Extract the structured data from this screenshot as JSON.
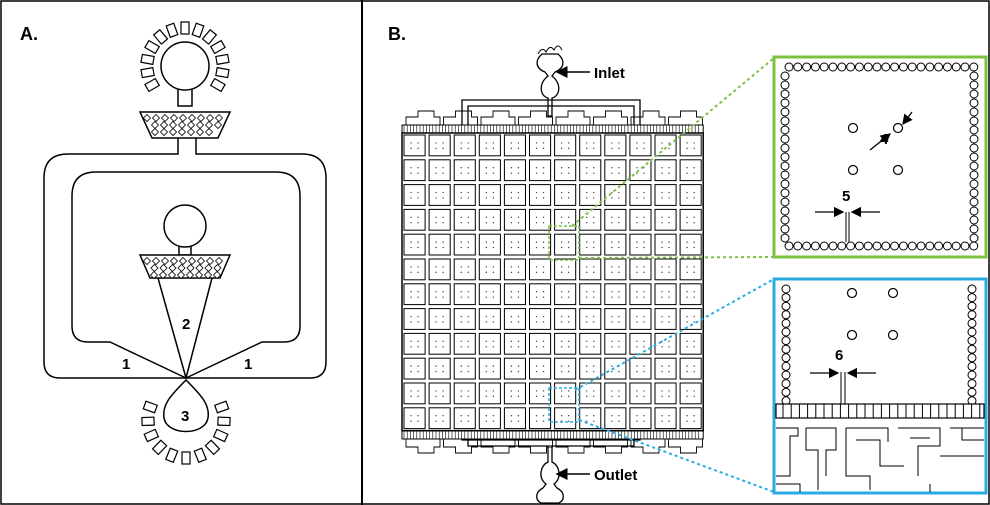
{
  "panels": {
    "a": {
      "label": "A.",
      "markers": {
        "m1_left": "1",
        "m1_right": "1",
        "m2": "2",
        "m3": "3"
      }
    },
    "b": {
      "label": "B.",
      "inlet": "Inlet",
      "outlet": "Outlet",
      "markers": {
        "m4": "4",
        "m5": "5",
        "m6": "6"
      }
    }
  },
  "colors": {
    "green": "#7dc142",
    "blue": "#29abe2",
    "line": "#222222"
  },
  "icons": {
    "arrow": "arrow-left-icon"
  }
}
